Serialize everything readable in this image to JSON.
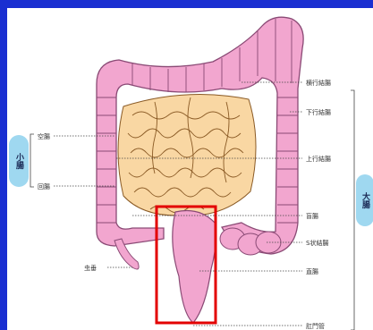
{
  "colors": {
    "background": "#1a2fd1",
    "colon_fill": "#f2a6cf",
    "colon_stroke": "#8a4a75",
    "small_intestine_fill": "#f9d7a3",
    "small_intestine_stroke": "#8a5a25",
    "rectum_fill": "#f2a6cf",
    "group_pill": "#9fd8f0",
    "highlight_box": "#e30000"
  },
  "groups": {
    "small_intestine": "小腸",
    "large_intestine": "大腸"
  },
  "labels": {
    "jejunum": "空腸",
    "ileum": "回腸",
    "appendix": "虫垂",
    "transverse_colon": "横行結腸",
    "descending_colon": "下行結腸",
    "ascending_colon": "上行結腸",
    "cecum": "盲腸",
    "sigmoid_colon": "S状結腸",
    "rectum": "直腸",
    "anal_canal": "肛門管"
  }
}
